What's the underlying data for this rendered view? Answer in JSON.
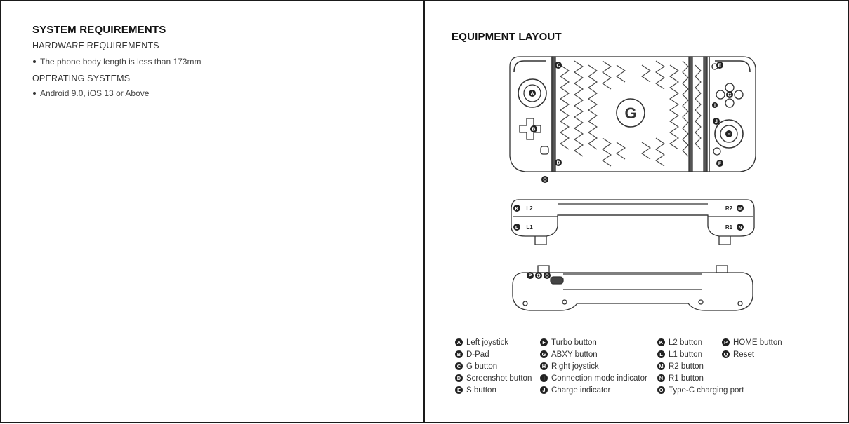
{
  "left_page": {
    "title": "SYSTEM REQUIREMENTS",
    "hardware_heading": "HARDWARE REQUIREMENTS",
    "hardware_items": [
      "The phone body length is less than 173mm"
    ],
    "os_heading": "OPERATING SYSTEMS",
    "os_items": [
      "Android 9.0, iOS 13 or Above"
    ]
  },
  "right_page": {
    "title": "EQUIPMENT LAYOUT",
    "shoulder_labels": {
      "l2": "L2",
      "l1": "L1",
      "r2": "R2",
      "r1": "R1"
    },
    "legend": [
      {
        "key": "A",
        "label": "Left joystick"
      },
      {
        "key": "B",
        "label": "D-Pad"
      },
      {
        "key": "C",
        "label": "G button"
      },
      {
        "key": "D",
        "label": "Screenshot button"
      },
      {
        "key": "E",
        "label": "S button"
      },
      {
        "key": "F",
        "label": "Turbo button"
      },
      {
        "key": "G",
        "label": "ABXY button"
      },
      {
        "key": "H",
        "label": "Right joystick"
      },
      {
        "key": "I",
        "label": "Connection mode indicator"
      },
      {
        "key": "J",
        "label": "Charge indicator"
      },
      {
        "key": "K",
        "label": "L2 button"
      },
      {
        "key": "L",
        "label": "L1 button"
      },
      {
        "key": "M",
        "label": "R2 button"
      },
      {
        "key": "N",
        "label": "R1 button"
      },
      {
        "key": "O",
        "label": "Type-C charging port"
      },
      {
        "key": "P",
        "label": "HOME button"
      },
      {
        "key": "Q",
        "label": "Reset"
      }
    ]
  }
}
